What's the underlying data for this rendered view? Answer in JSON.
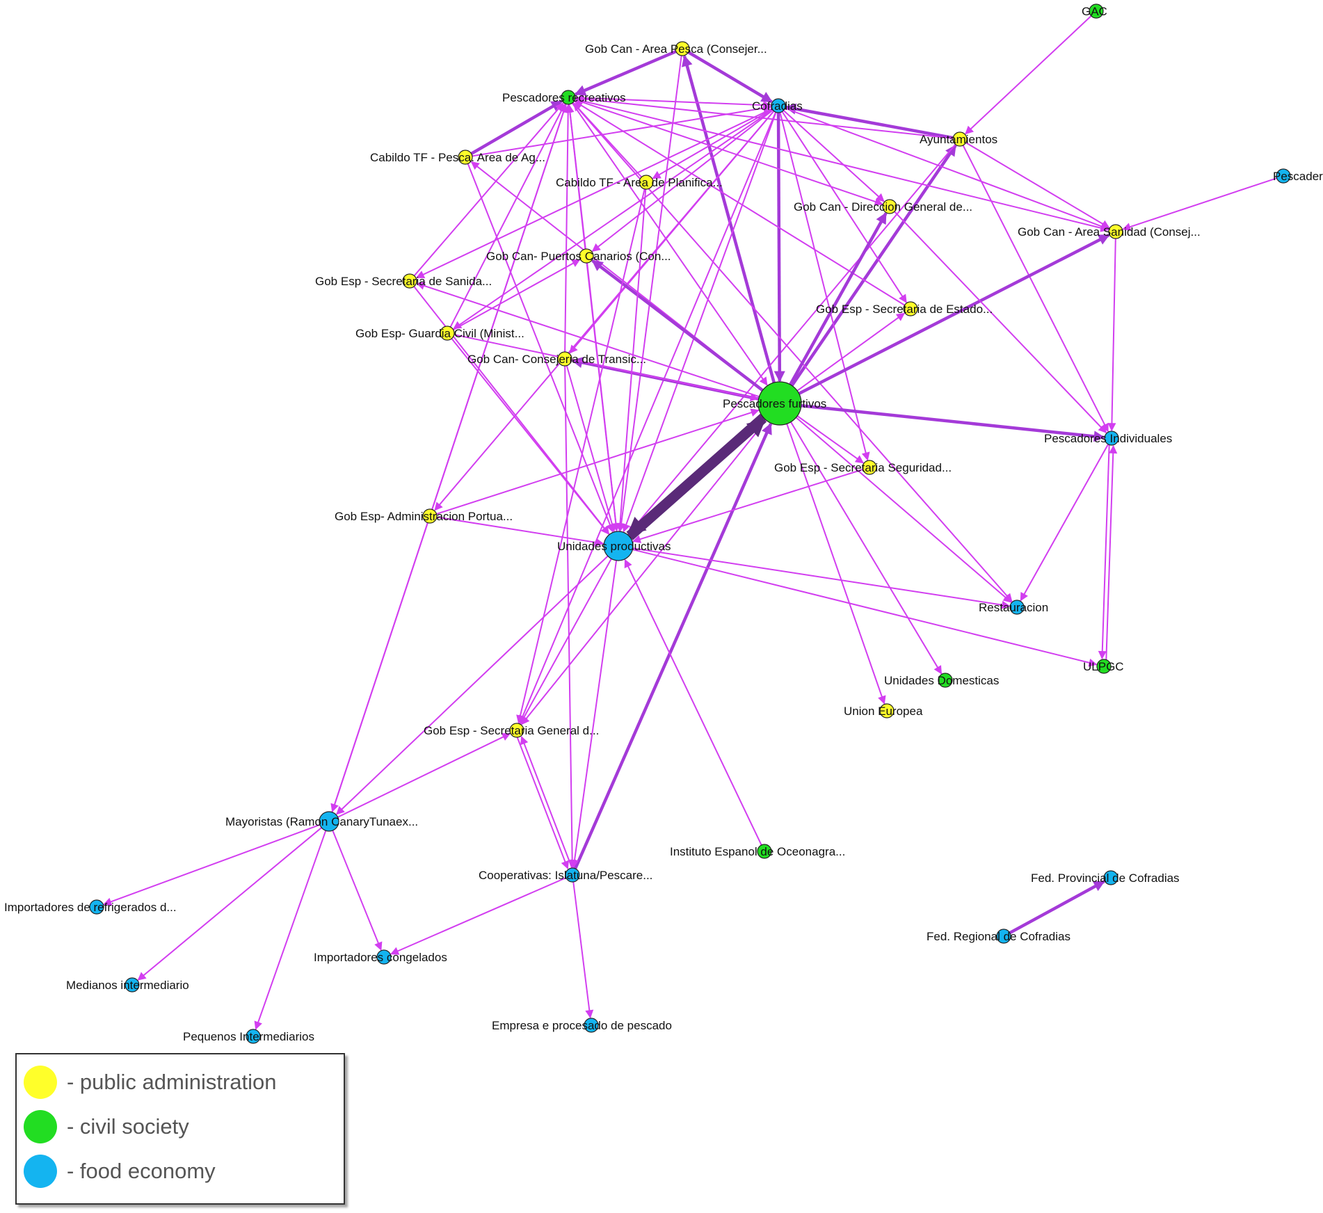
{
  "colors": {
    "public_administration": "#ffff2a",
    "civil_society": "#22dd22",
    "food_economy": "#14b4f0",
    "edge": "#d23ef0",
    "edge_strong": "#a43ad8",
    "edge_strongest": "#5a2a78"
  },
  "legend": {
    "items": [
      {
        "key": "public_administration",
        "label": "- public administration"
      },
      {
        "key": "civil_society",
        "label": "- civil society"
      },
      {
        "key": "food_economy",
        "label": "- food economy"
      }
    ]
  },
  "nodes": [
    {
      "id": "gac",
      "label": "GAC",
      "group": "civil_society",
      "size": 1
    },
    {
      "id": "gcpesca",
      "label": "Gob Can - Area Pesca (Consejer...",
      "group": "public_administration",
      "size": 1
    },
    {
      "id": "precre",
      "label": "Pescadores recreativos",
      "group": "civil_society",
      "size": 1
    },
    {
      "id": "cofr",
      "label": "Cofradias",
      "group": "food_economy",
      "size": 1
    },
    {
      "id": "ayunt",
      "label": "Ayuntamientos",
      "group": "public_administration",
      "size": 1
    },
    {
      "id": "pescaderias",
      "label": "Pescaderias",
      "group": "food_economy",
      "size": 1
    },
    {
      "id": "cabpesca",
      "label": "Cabildo TF - Pesca. Area de Ag...",
      "group": "public_administration",
      "size": 1
    },
    {
      "id": "cabplan",
      "label": "Cabildo TF - Area de Planifica...",
      "group": "public_administration",
      "size": 1
    },
    {
      "id": "gcdir",
      "label": "Gob Can - Direccion General de...",
      "group": "public_administration",
      "size": 1
    },
    {
      "id": "gcsan",
      "label": "Gob Can - Area Sanidad (Consej...",
      "group": "public_administration",
      "size": 1
    },
    {
      "id": "gcpuertos",
      "label": "Gob Can- Puertos Canarios (Con...",
      "group": "public_administration",
      "size": 1
    },
    {
      "id": "gesanid",
      "label": "Gob Esp - Secretaria de Sanida...",
      "group": "public_administration",
      "size": 1
    },
    {
      "id": "geestado",
      "label": "Gob Esp - Secretaria de Estado...",
      "group": "public_administration",
      "size": 1
    },
    {
      "id": "geguardia",
      "label": "Gob Esp- Guardia Civil (Minist...",
      "group": "public_administration",
      "size": 1
    },
    {
      "id": "gctransic",
      "label": "Gob Can- Consejeria de Transic...",
      "group": "public_administration",
      "size": 1
    },
    {
      "id": "pfurt",
      "label": "Pescadores furtivos",
      "group": "civil_society",
      "size": 3
    },
    {
      "id": "pind",
      "label": "Pescadores Individuales",
      "group": "food_economy",
      "size": 1
    },
    {
      "id": "geseg",
      "label": "Gob Esp - Secretaria Seguridad...",
      "group": "public_administration",
      "size": 1
    },
    {
      "id": "geadmin",
      "label": "Gob Esp- Administracion Portua...",
      "group": "public_administration",
      "size": 1
    },
    {
      "id": "uprod",
      "label": "Unidades productivas",
      "group": "food_economy",
      "size": 2
    },
    {
      "id": "rest",
      "label": "Restauracion",
      "group": "food_economy",
      "size": 1
    },
    {
      "id": "ulpgc",
      "label": "ULPGC",
      "group": "civil_society",
      "size": 1
    },
    {
      "id": "udom",
      "label": "Unidades Domesticas",
      "group": "civil_society",
      "size": 1
    },
    {
      "id": "ue",
      "label": "Union Europea",
      "group": "public_administration",
      "size": 1
    },
    {
      "id": "gegen",
      "label": "Gob Esp - Secretaria General d...",
      "group": "public_administration",
      "size": 1
    },
    {
      "id": "mayor",
      "label": "Mayoristas (Ramon CanaryTunaex...",
      "group": "food_economy",
      "size": 1.5
    },
    {
      "id": "ieo",
      "label": "Instituto Espanol de Oceonagra...",
      "group": "civil_society",
      "size": 1
    },
    {
      "id": "coop",
      "label": "Cooperativas: Islatuna/Pescare...",
      "group": "food_economy",
      "size": 1
    },
    {
      "id": "fedprov",
      "label": "Fed. Provincial de Cofradias",
      "group": "food_economy",
      "size": 1
    },
    {
      "id": "importref",
      "label": "Importadores de refrigerados d...",
      "group": "food_economy",
      "size": 1
    },
    {
      "id": "fedreg",
      "label": "Fed. Regional de Cofradias",
      "group": "food_economy",
      "size": 1
    },
    {
      "id": "importcong",
      "label": "Importadores congelados",
      "group": "food_economy",
      "size": 1
    },
    {
      "id": "medianos",
      "label": "Medianos intermediario",
      "group": "food_economy",
      "size": 1
    },
    {
      "id": "empresa",
      "label": "Empresa e procesado de pescado",
      "group": "food_economy",
      "size": 1
    },
    {
      "id": "pequenos",
      "label": "Pequenos Intermediarios",
      "group": "food_economy",
      "size": 1
    }
  ],
  "edges": [
    {
      "from": "gac",
      "to": "ayunt",
      "w": 1
    },
    {
      "from": "pescaderias",
      "to": "gcsan",
      "w": 1
    },
    {
      "from": "gcpesca",
      "to": "precre",
      "w": 3
    },
    {
      "from": "gcpesca",
      "to": "cofr",
      "w": 3
    },
    {
      "from": "pfurt",
      "to": "gcpesca",
      "w": 3
    },
    {
      "from": "gcpesca",
      "to": "uprod",
      "w": 1
    },
    {
      "from": "cabpesca",
      "to": "precre",
      "w": 3
    },
    {
      "from": "cabpesca",
      "to": "cofr",
      "w": 1
    },
    {
      "from": "ayunt",
      "to": "cofr",
      "w": 3
    },
    {
      "from": "ayunt",
      "to": "precre",
      "w": 1
    },
    {
      "from": "ayunt",
      "to": "gcsan",
      "w": 1
    },
    {
      "from": "ayunt",
      "to": "pind",
      "w": 1
    },
    {
      "from": "pfurt",
      "to": "ayunt",
      "w": 3
    },
    {
      "from": "ayunt",
      "to": "uprod",
      "w": 1
    },
    {
      "from": "cofr",
      "to": "gcsan",
      "w": 1
    },
    {
      "from": "cofr",
      "to": "pfurt",
      "w": 3
    },
    {
      "from": "cofr",
      "to": "uprod",
      "w": 1
    },
    {
      "from": "cofr",
      "to": "gegen",
      "w": 1
    },
    {
      "from": "cofr",
      "to": "gesanid",
      "w": 1
    },
    {
      "from": "cofr",
      "to": "geguardia",
      "w": 1
    },
    {
      "from": "cofr",
      "to": "gcpuertos",
      "w": 1
    },
    {
      "from": "cofr",
      "to": "gctransic",
      "w": 1
    },
    {
      "from": "cofr",
      "to": "cabplan",
      "w": 1
    },
    {
      "from": "cofr",
      "to": "gcdir",
      "w": 1
    },
    {
      "from": "cofr",
      "to": "geestado",
      "w": 1
    },
    {
      "from": "cofr",
      "to": "geseg",
      "w": 1
    },
    {
      "from": "cofr",
      "to": "geadmin",
      "w": 1
    },
    {
      "from": "precre",
      "to": "cofr",
      "w": 1
    },
    {
      "from": "precre",
      "to": "gcsan",
      "w": 1
    },
    {
      "from": "precre",
      "to": "gcdir",
      "w": 1
    },
    {
      "from": "precre",
      "to": "uprod",
      "w": 1
    },
    {
      "from": "precre",
      "to": "pfurt",
      "w": 1
    },
    {
      "from": "precre",
      "to": "rest",
      "w": 1
    },
    {
      "from": "gesanid",
      "to": "precre",
      "w": 1
    },
    {
      "from": "geguardia",
      "to": "precre",
      "w": 1
    },
    {
      "from": "gctransic",
      "to": "precre",
      "w": 1
    },
    {
      "from": "gcpuertos",
      "to": "precre",
      "w": 1
    },
    {
      "from": "geadmin",
      "to": "precre",
      "w": 1
    },
    {
      "from": "mayor",
      "to": "precre",
      "w": 1
    },
    {
      "from": "cabplan",
      "to": "precre",
      "w": 1
    },
    {
      "from": "geestado",
      "to": "precre",
      "w": 1
    },
    {
      "from": "pfurt",
      "to": "cabpesca",
      "w": 1
    },
    {
      "from": "pfurt",
      "to": "gesanid",
      "w": 1
    },
    {
      "from": "pfurt",
      "to": "gcpuertos",
      "w": 3
    },
    {
      "from": "pfurt",
      "to": "gctransic",
      "w": 3
    },
    {
      "from": "pfurt",
      "to": "gcdir",
      "w": 3
    },
    {
      "from": "pfurt",
      "to": "gcsan",
      "w": 3
    },
    {
      "from": "pfurt",
      "to": "geestado",
      "w": 1
    },
    {
      "from": "pfurt",
      "to": "pind",
      "w": 3
    },
    {
      "from": "pfurt",
      "to": "geseg",
      "w": 1
    },
    {
      "from": "pfurt",
      "to": "rest",
      "w": 1
    },
    {
      "from": "pfurt",
      "to": "udom",
      "w": 1
    },
    {
      "from": "pfurt",
      "to": "ue",
      "w": 1
    },
    {
      "from": "pfurt",
      "to": "gegen",
      "w": 1
    },
    {
      "from": "pfurt",
      "to": "uprod",
      "w": 5
    },
    {
      "from": "uprod",
      "to": "pfurt",
      "w": 5
    },
    {
      "from": "coop",
      "to": "pfurt",
      "w": 3
    },
    {
      "from": "geadmin",
      "to": "pfurt",
      "w": 1
    },
    {
      "from": "geguardia",
      "to": "pfurt",
      "w": 1
    },
    {
      "from": "gcsan",
      "to": "pind",
      "w": 1
    },
    {
      "from": "pind",
      "to": "rest",
      "w": 1
    },
    {
      "from": "pind",
      "to": "ulpgc",
      "w": 1
    },
    {
      "from": "ulpgc",
      "to": "pind",
      "w": 1
    },
    {
      "from": "gcdir",
      "to": "pind",
      "w": 1
    },
    {
      "from": "geseg",
      "to": "uprod",
      "w": 1
    },
    {
      "from": "geguardia",
      "to": "uprod",
      "w": 1
    },
    {
      "from": "gesanid",
      "to": "uprod",
      "w": 1
    },
    {
      "from": "gctransic",
      "to": "uprod",
      "w": 1
    },
    {
      "from": "gcpuertos",
      "to": "uprod",
      "w": 1
    },
    {
      "from": "cabplan",
      "to": "uprod",
      "w": 1
    },
    {
      "from": "cabpesca",
      "to": "uprod",
      "w": 1
    },
    {
      "from": "geadmin",
      "to": "uprod",
      "w": 1
    },
    {
      "from": "ieo",
      "to": "uprod",
      "w": 1
    },
    {
      "from": "uprod",
      "to": "rest",
      "w": 1
    },
    {
      "from": "uprod",
      "to": "ulpgc",
      "w": 1
    },
    {
      "from": "uprod",
      "to": "mayor",
      "w": 1
    },
    {
      "from": "uprod",
      "to": "gegen",
      "w": 1
    },
    {
      "from": "uprod",
      "to": "coop",
      "w": 1
    },
    {
      "from": "cabplan",
      "to": "gegen",
      "w": 1
    },
    {
      "from": "gctransic",
      "to": "coop",
      "w": 1
    },
    {
      "from": "gegen",
      "to": "coop",
      "w": 1
    },
    {
      "from": "coop",
      "to": "gegen",
      "w": 1
    },
    {
      "from": "mayor",
      "to": "gegen",
      "w": 1
    },
    {
      "from": "geadmin",
      "to": "mayor",
      "w": 1
    },
    {
      "from": "geguardia",
      "to": "gcpuertos",
      "w": 1
    },
    {
      "from": "mayor",
      "to": "importref",
      "w": 1
    },
    {
      "from": "mayor",
      "to": "medianos",
      "w": 1
    },
    {
      "from": "mayor",
      "to": "pequenos",
      "w": 1
    },
    {
      "from": "mayor",
      "to": "importcong",
      "w": 1
    },
    {
      "from": "coop",
      "to": "importcong",
      "w": 1
    },
    {
      "from": "coop",
      "to": "empresa",
      "w": 1
    },
    {
      "from": "fedreg",
      "to": "fedprov",
      "w": 3
    }
  ]
}
